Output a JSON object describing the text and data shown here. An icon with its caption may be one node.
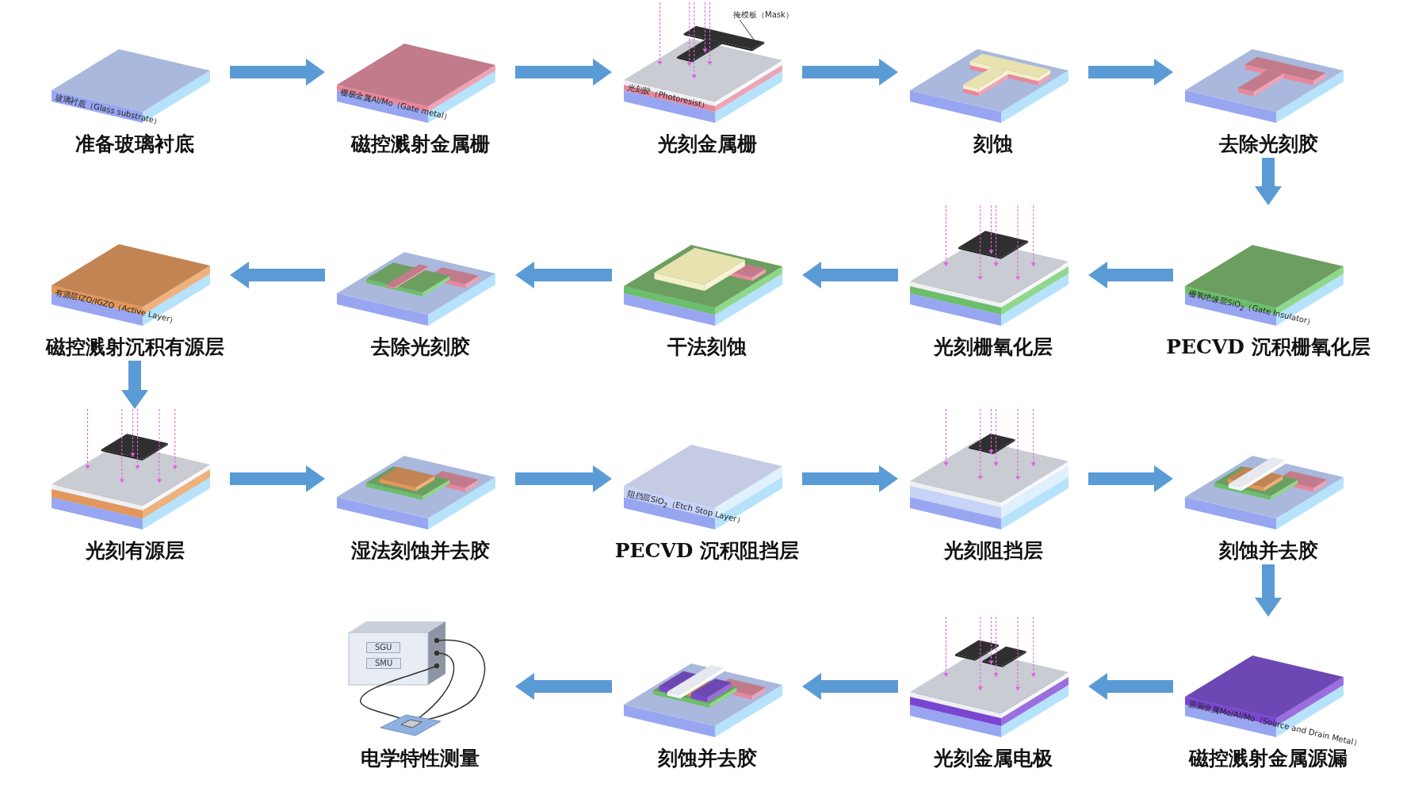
{
  "diagram": {
    "nodes": [
      {
        "text": [
          "准备玻璃衬底"
        ]
      },
      {
        "text": [
          "磁控溅射金属栅"
        ]
      },
      {
        "text": [
          "光刻金属栅"
        ]
      },
      {
        "text": [
          "刻蚀"
        ]
      },
      {
        "text": [
          "去除光刻胶"
        ]
      },
      {
        "text": [
          "PECVD 沉积栅氧化层"
        ]
      },
      {
        "text": [
          "光刻栅氧化层"
        ]
      },
      {
        "text": [
          "干法刻蚀"
        ]
      },
      {
        "text": [
          "去除光刻胶"
        ]
      },
      {
        "text": [
          "磁控溅射沉积有源层"
        ]
      },
      {
        "text": [
          "光刻有源层"
        ]
      },
      {
        "text": [
          "湿法刻蚀并去胶"
        ]
      },
      {
        "text": [
          "PECVD 沉积阻挡层"
        ]
      },
      {
        "text": [
          "光刻阻挡层"
        ]
      },
      {
        "text": [
          "刻蚀并去胶"
        ]
      },
      {
        "text": [
          "磁控溅射金属源漏"
        ]
      },
      {
        "text": [
          "光刻金属电极"
        ]
      },
      {
        "text": [
          "刻蚀并去胶"
        ]
      },
      {
        "text": [
          "电学特性测量"
        ]
      },
      {
        "text": [
          "掩模板（Mask）"
        ]
      }
    ],
    "edges": [
      {
        "from": 0,
        "to": 1,
        "arrow": "to"
      },
      {
        "from": 1,
        "to": 2,
        "arrow": "to"
      },
      {
        "from": 2,
        "to": 3,
        "arrow": "to"
      },
      {
        "from": 3,
        "to": 4,
        "arrow": "to"
      },
      {
        "from": 4,
        "to": 5,
        "arrow": "to"
      },
      {
        "from": 5,
        "to": 6,
        "arrow": "to"
      },
      {
        "from": 6,
        "to": 7,
        "arrow": "to"
      },
      {
        "from": 7,
        "to": 8,
        "arrow": "to"
      },
      {
        "from": 8,
        "to": 9,
        "arrow": "to"
      },
      {
        "from": 9,
        "to": 10,
        "arrow": "to"
      },
      {
        "from": 10,
        "to": 11,
        "arrow": "to"
      },
      {
        "from": 11,
        "to": 12,
        "arrow": "to"
      },
      {
        "from": 12,
        "to": 13,
        "arrow": "to"
      },
      {
        "from": 13,
        "to": 14,
        "arrow": "to"
      },
      {
        "from": 14,
        "to": 15,
        "arrow": "to"
      },
      {
        "from": 15,
        "to": 16,
        "arrow": "to"
      },
      {
        "from": 16,
        "to": 17,
        "arrow": "to"
      },
      {
        "from": 17,
        "to": 18,
        "arrow": "to"
      },
      {
        "from": 19,
        "to": 2,
        "arrow": "none",
        "color": "#333333"
      }
    ],
    "labels": [
      "玻璃衬底（Glass substrate）",
      "栅极金属Al/Mo（Gate metal）",
      "光刻胶（Photoresist）",
      "栅氧绝缘层SiO$_{2}$（Gate Insulator）",
      "有源层IZO/IGZO（Active Layer）",
      "阻挡层SiO$_{2}$（Etch Stop Layer）",
      "源漏金属Mo/Al/Mo（Source and Drain Metal）",
      "SGU",
      "SMU"
    ]
  }
}
